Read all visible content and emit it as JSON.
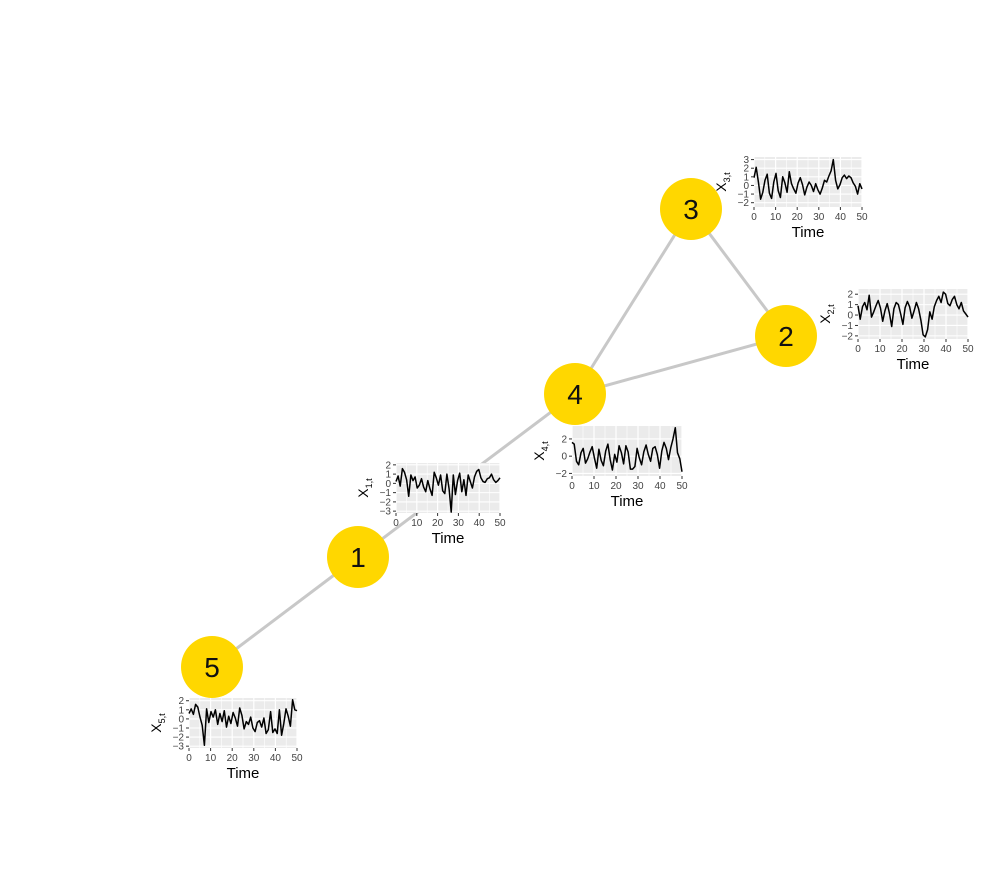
{
  "graph": {
    "colors": {
      "node": "#FFD700",
      "edge": "#c8c8c8",
      "series": "#000000",
      "panel": "#ebebeb",
      "grid": "#ffffff"
    },
    "nodes": [
      {
        "id": "1",
        "label": "1"
      },
      {
        "id": "2",
        "label": "2"
      },
      {
        "id": "3",
        "label": "3"
      },
      {
        "id": "4",
        "label": "4"
      },
      {
        "id": "5",
        "label": "5"
      }
    ],
    "edges": [
      [
        "5",
        "1"
      ],
      [
        "1",
        "4"
      ],
      [
        "4",
        "3"
      ],
      [
        "4",
        "2"
      ],
      [
        "3",
        "2"
      ]
    ]
  },
  "chart_data": [
    {
      "type": "line",
      "node": "1",
      "ylabel_main": "X",
      "ylabel_sub": "1,t",
      "xlabel": "Time",
      "xticks": [
        0,
        10,
        20,
        30,
        40,
        50
      ],
      "yticks": [
        2,
        1,
        0,
        -1,
        -2,
        -3
      ],
      "xlim": [
        0,
        50
      ],
      "ylim": [
        -3.2,
        2.2
      ],
      "y": [
        0.2,
        0.8,
        -0.3,
        1.6,
        1.2,
        0.4,
        -1.4,
        0.9,
        0.3,
        0.7,
        -0.5,
        -0.2,
        0.5,
        -0.4,
        -0.9,
        0.3,
        -0.6,
        -1.3,
        1.2,
        0.6,
        -0.2,
        0.9,
        -0.8,
        -1.1,
        1.0,
        -0.6,
        -3.1,
        0.9,
        -1.2,
        0.3,
        1.1,
        -0.9,
        0.4,
        -1.3,
        0.9,
        0.2,
        -0.5,
        0.7,
        1.3,
        1.5,
        0.6,
        0.2,
        0.1,
        0.5,
        0.6,
        1.0,
        0.4,
        0.1,
        0.3,
        0.6
      ]
    },
    {
      "type": "line",
      "node": "2",
      "ylabel_main": "X",
      "ylabel_sub": "2,t",
      "xlabel": "Time",
      "xticks": [
        0,
        10,
        20,
        30,
        40,
        50
      ],
      "yticks": [
        2,
        1,
        0,
        -1,
        -2
      ],
      "xlim": [
        0,
        50
      ],
      "ylim": [
        -2.3,
        2.5
      ],
      "y": [
        0.9,
        -0.4,
        0.8,
        1.2,
        0.5,
        1.9,
        -0.2,
        0.3,
        0.9,
        1.4,
        0.7,
        -0.6,
        0.4,
        1.1,
        0.2,
        -1.1,
        0.6,
        1.2,
        1.0,
        0.1,
        -0.9,
        0.7,
        1.3,
        0.8,
        -0.3,
        0.4,
        1.2,
        0.6,
        -0.5,
        -1.9,
        -2.1,
        -1.4,
        0.3,
        -0.4,
        0.8,
        1.4,
        1.8,
        1.2,
        2.2,
        2.0,
        1.1,
        0.9,
        1.5,
        1.8,
        1.0,
        0.6,
        1.2,
        0.4,
        0.1,
        -0.2
      ]
    },
    {
      "type": "line",
      "node": "3",
      "ylabel_main": "X",
      "ylabel_sub": "3,t",
      "xlabel": "Time",
      "xticks": [
        0,
        10,
        20,
        30,
        40,
        50
      ],
      "yticks": [
        3,
        2,
        1,
        0,
        -1,
        -2
      ],
      "xlim": [
        0,
        50
      ],
      "ylim": [
        -2.5,
        3.3
      ],
      "y": [
        0.9,
        2.1,
        0.4,
        -1.6,
        -0.8,
        0.6,
        1.3,
        -0.9,
        -1.5,
        0.4,
        1.4,
        -0.6,
        -1.4,
        1.0,
        0.3,
        -0.8,
        1.6,
        0.2,
        -0.4,
        -0.9,
        0.3,
        0.9,
        0.1,
        -1.1,
        -0.2,
        0.4,
        0.0,
        -0.7,
        0.2,
        -0.5,
        -1.0,
        -0.3,
        0.6,
        0.4,
        1.1,
        1.7,
        3.0,
        0.6,
        -0.4,
        0.1,
        0.9,
        1.2,
        0.8,
        1.1,
        0.9,
        0.3,
        -0.1,
        -1.0,
        0.2,
        -0.4
      ]
    },
    {
      "type": "line",
      "node": "4",
      "ylabel_main": "X",
      "ylabel_sub": "4,t",
      "xlabel": "Time",
      "xticks": [
        0,
        10,
        20,
        30,
        40,
        50
      ],
      "yticks": [
        2,
        0,
        -2
      ],
      "xlim": [
        0,
        50
      ],
      "ylim": [
        -2.3,
        3.5
      ],
      "y": [
        1.6,
        1.4,
        -0.6,
        -1.0,
        0.4,
        0.9,
        -0.8,
        -0.3,
        0.5,
        1.1,
        -0.2,
        -1.4,
        0.8,
        -0.5,
        -1.1,
        0.6,
        1.4,
        -0.4,
        -1.6,
        0.2,
        -0.7,
        1.2,
        0.4,
        -0.9,
        1.2,
        0.5,
        -1.5,
        -1.5,
        -1.2,
        0.9,
        -0.2,
        -1.0,
        0.5,
        1.3,
        0.2,
        -0.6,
        0.9,
        1.1,
        0.2,
        -1.4,
        0.6,
        1.6,
        0.9,
        -0.4,
        1.0,
        2.0,
        3.3,
        0.4,
        -0.3,
        -1.8
      ]
    },
    {
      "type": "line",
      "node": "5",
      "ylabel_main": "X",
      "ylabel_sub": "5,t",
      "xlabel": "Time",
      "xticks": [
        0,
        10,
        20,
        30,
        40,
        50
      ],
      "yticks": [
        2,
        1,
        0,
        -1,
        -2,
        -3
      ],
      "xlim": [
        0,
        50
      ],
      "ylim": [
        -3.2,
        2.3
      ],
      "y": [
        0.6,
        1.1,
        0.5,
        1.6,
        1.3,
        0.2,
        -0.7,
        -2.9,
        1.1,
        -0.4,
        0.8,
        0.2,
        1.0,
        -0.6,
        0.6,
        -0.3,
        0.9,
        -0.9,
        0.3,
        -0.5,
        0.7,
        0.1,
        -0.8,
        1.2,
        0.4,
        -1.1,
        -0.3,
        -0.6,
        0.2,
        -1.0,
        -1.4,
        -0.4,
        -0.2,
        -0.9,
        0.1,
        -1.6,
        -1.2,
        0.8,
        -1.5,
        -1.1,
        -1.6,
        1.0,
        -1.8,
        -0.5,
        1.1,
        0.3,
        -0.8,
        2.1,
        1.0,
        0.9
      ]
    }
  ]
}
